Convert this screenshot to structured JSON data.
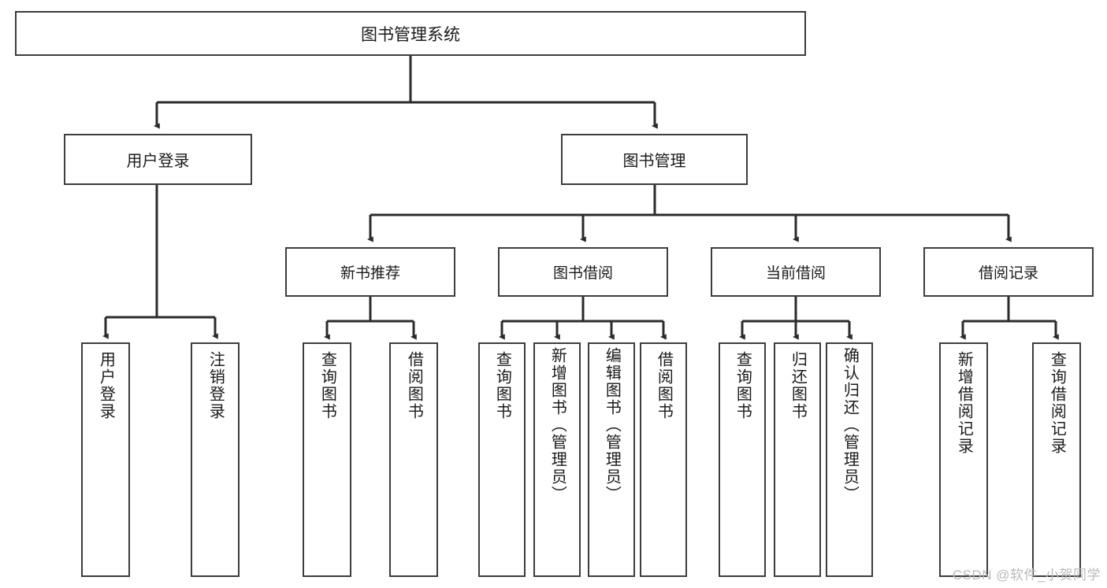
{
  "diagram": {
    "title": "图书管理系统",
    "type": "tree-hierarchy",
    "watermark": "CSDN @软件_小贺同学",
    "colors": {
      "box_border": "#3d3d3d",
      "box_fill": "#ffffff",
      "connector": "#2b2b2b",
      "text": "#1a1a1a",
      "watermark": "#b9b9b9",
      "background": "#ffffff"
    },
    "root": {
      "label": "图书管理系统"
    },
    "level1": [
      {
        "id": "user-login",
        "label": "用户登录"
      },
      {
        "id": "book-manage",
        "label": "图书管理"
      }
    ],
    "level2": [
      {
        "id": "new-book-recommend",
        "label": "新书推荐",
        "parent": "book-manage"
      },
      {
        "id": "book-borrow",
        "label": "图书借阅",
        "parent": "book-manage"
      },
      {
        "id": "current-borrow",
        "label": "当前借阅",
        "parent": "book-manage"
      },
      {
        "id": "borrow-record",
        "label": "借阅记录",
        "parent": "book-manage"
      }
    ],
    "leaves": {
      "user-login": [
        {
          "id": "leaf-user-login",
          "label": "用户登录"
        },
        {
          "id": "leaf-user-logout",
          "label": "注销登录"
        }
      ],
      "new-book-recommend": [
        {
          "id": "leaf-query-book-1",
          "label": "查询图书"
        },
        {
          "id": "leaf-borrow-book-1",
          "label": "借阅图书"
        }
      ],
      "book-borrow": [
        {
          "id": "leaf-query-book-2",
          "label": "查询图书"
        },
        {
          "id": "leaf-add-book",
          "label": "新增图书（管理员）"
        },
        {
          "id": "leaf-edit-book",
          "label": "编辑图书（管理员）"
        },
        {
          "id": "leaf-borrow-book-2",
          "label": "借阅图书"
        }
      ],
      "current-borrow": [
        {
          "id": "leaf-query-book-3",
          "label": "查询图书"
        },
        {
          "id": "leaf-return-book",
          "label": "归还图书"
        },
        {
          "id": "leaf-confirm-return",
          "label": "确认归还（管理员）"
        }
      ],
      "borrow-record": [
        {
          "id": "leaf-add-record",
          "label": "新增借阅记录"
        },
        {
          "id": "leaf-query-record",
          "label": "查询借阅记录"
        }
      ]
    }
  }
}
